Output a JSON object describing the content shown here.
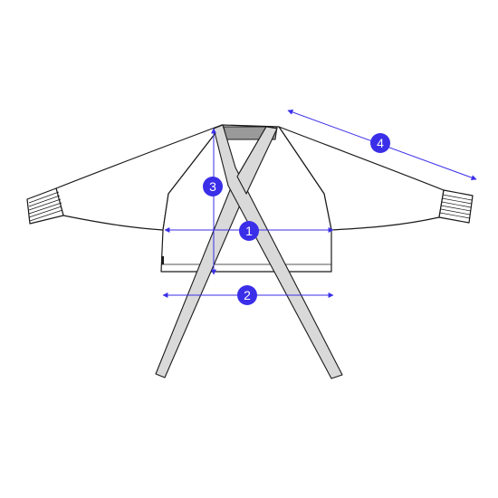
{
  "diagram": {
    "accent_color": "#3a2ee8",
    "garment_line_color": "#1a1a1a",
    "measurements": [
      {
        "id": "1",
        "label": "1"
      },
      {
        "id": "2",
        "label": "2"
      },
      {
        "id": "3",
        "label": "3"
      },
      {
        "id": "4",
        "label": "4"
      }
    ]
  }
}
